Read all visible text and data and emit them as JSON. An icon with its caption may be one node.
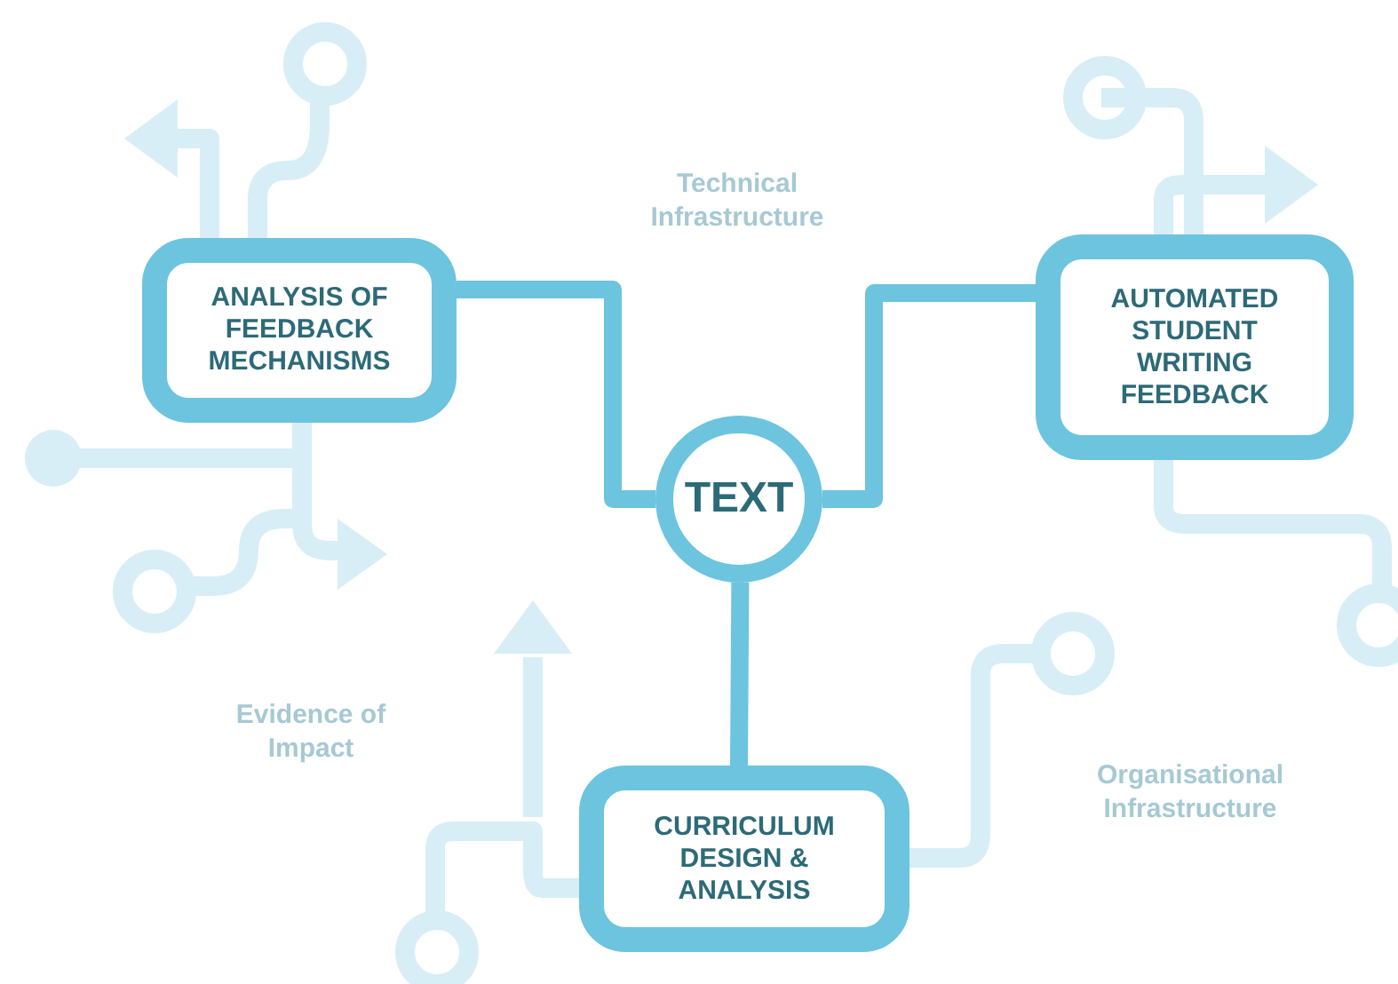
{
  "diagram": {
    "nodes": [
      {
        "text": [
          "ANALYSIS OF FEEDBACK MECHANISMS"
        ]
      },
      {
        "text": [
          "AUTOMATED STUDENT WRITING FEEDBACK"
        ]
      },
      {
        "text": [
          "TEXT"
        ]
      },
      {
        "text": [
          "CURRICULUM DESIGN & ANALYSIS"
        ]
      }
    ],
    "edges": [
      {
        "from": 2,
        "to": 0,
        "arrow": "none"
      },
      {
        "from": 2,
        "to": 1,
        "arrow": "none"
      },
      {
        "from": 2,
        "to": 3,
        "arrow": "none"
      }
    ],
    "labels": [
      "Technical Infrastructure",
      "Evidence of Impact",
      "Organisational Infrastructure"
    ]
  }
}
